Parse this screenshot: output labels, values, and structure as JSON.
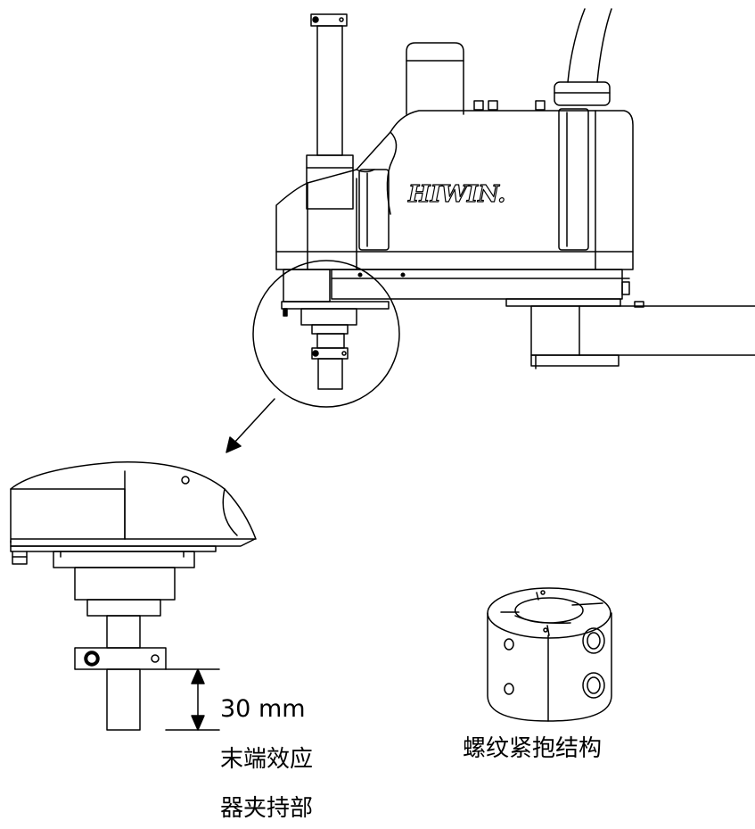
{
  "robot": {
    "brand_logo": "HIWIN."
  },
  "labels": {
    "dimension": "30 mm",
    "end_effector_line1": "末端效应",
    "end_effector_line2": "器夹持部",
    "clamp_structure": "螺纹紧抱结构"
  },
  "colors": {
    "line": "#000000",
    "background": "#ffffff"
  }
}
